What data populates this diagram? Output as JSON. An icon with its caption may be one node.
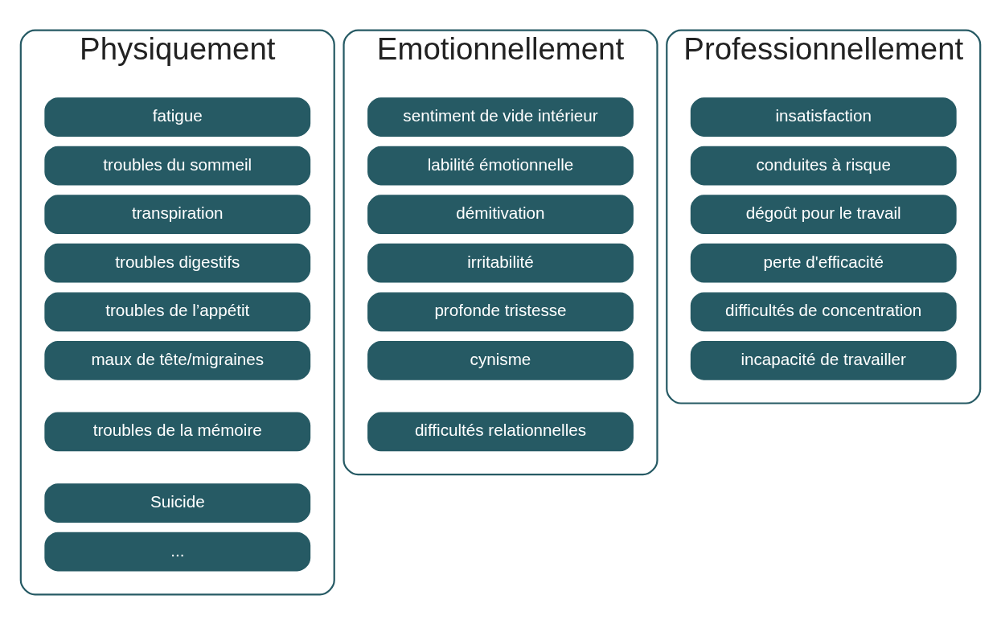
{
  "diagram": {
    "nodes": [
      {
        "text": [
          "Physiquement"
        ]
      },
      {
        "text": [
          "fatigue"
        ],
        "in": 0
      },
      {
        "text": [
          "troubles du sommeil"
        ],
        "in": 0
      },
      {
        "text": [
          "transpiration"
        ],
        "in": 0
      },
      {
        "text": [
          "troubles digestifs"
        ],
        "in": 0
      },
      {
        "text": [
          "troubles de l’appétit"
        ],
        "in": 0
      },
      {
        "text": [
          "maux de tête/migraines"
        ],
        "in": 0
      },
      {
        "text": [
          "troubles de la mémoire"
        ],
        "in": 0
      },
      {
        "text": [
          "Suicide"
        ],
        "in": 0
      },
      {
        "text": [
          "..."
        ],
        "in": 0
      },
      {
        "text": [
          "Emotionnellement"
        ]
      },
      {
        "text": [
          "sentiment de vide intérieur"
        ],
        "in": 10
      },
      {
        "text": [
          "labilité émotionnelle"
        ],
        "in": 10
      },
      {
        "text": [
          "démitivation"
        ],
        "in": 10
      },
      {
        "text": [
          "irritabilité"
        ],
        "in": 10
      },
      {
        "text": [
          "profonde tristesse"
        ],
        "in": 10
      },
      {
        "text": [
          "cynisme"
        ],
        "in": 10
      },
      {
        "text": [
          "difficultés relationnelles"
        ],
        "in": 10
      },
      {
        "text": [
          "Professionnellement"
        ]
      },
      {
        "text": [
          "insatisfaction"
        ],
        "in": 18
      },
      {
        "text": [
          "conduites à risque"
        ],
        "in": 18
      },
      {
        "text": [
          "dégoût pour le travail"
        ],
        "in": 18
      },
      {
        "text": [
          "perte d'efficacité"
        ],
        "in": 18
      },
      {
        "text": [
          "difficultés de concentration"
        ],
        "in": 18
      },
      {
        "text": [
          "incapacité de travailler"
        ],
        "in": 18
      }
    ],
    "edges": []
  }
}
